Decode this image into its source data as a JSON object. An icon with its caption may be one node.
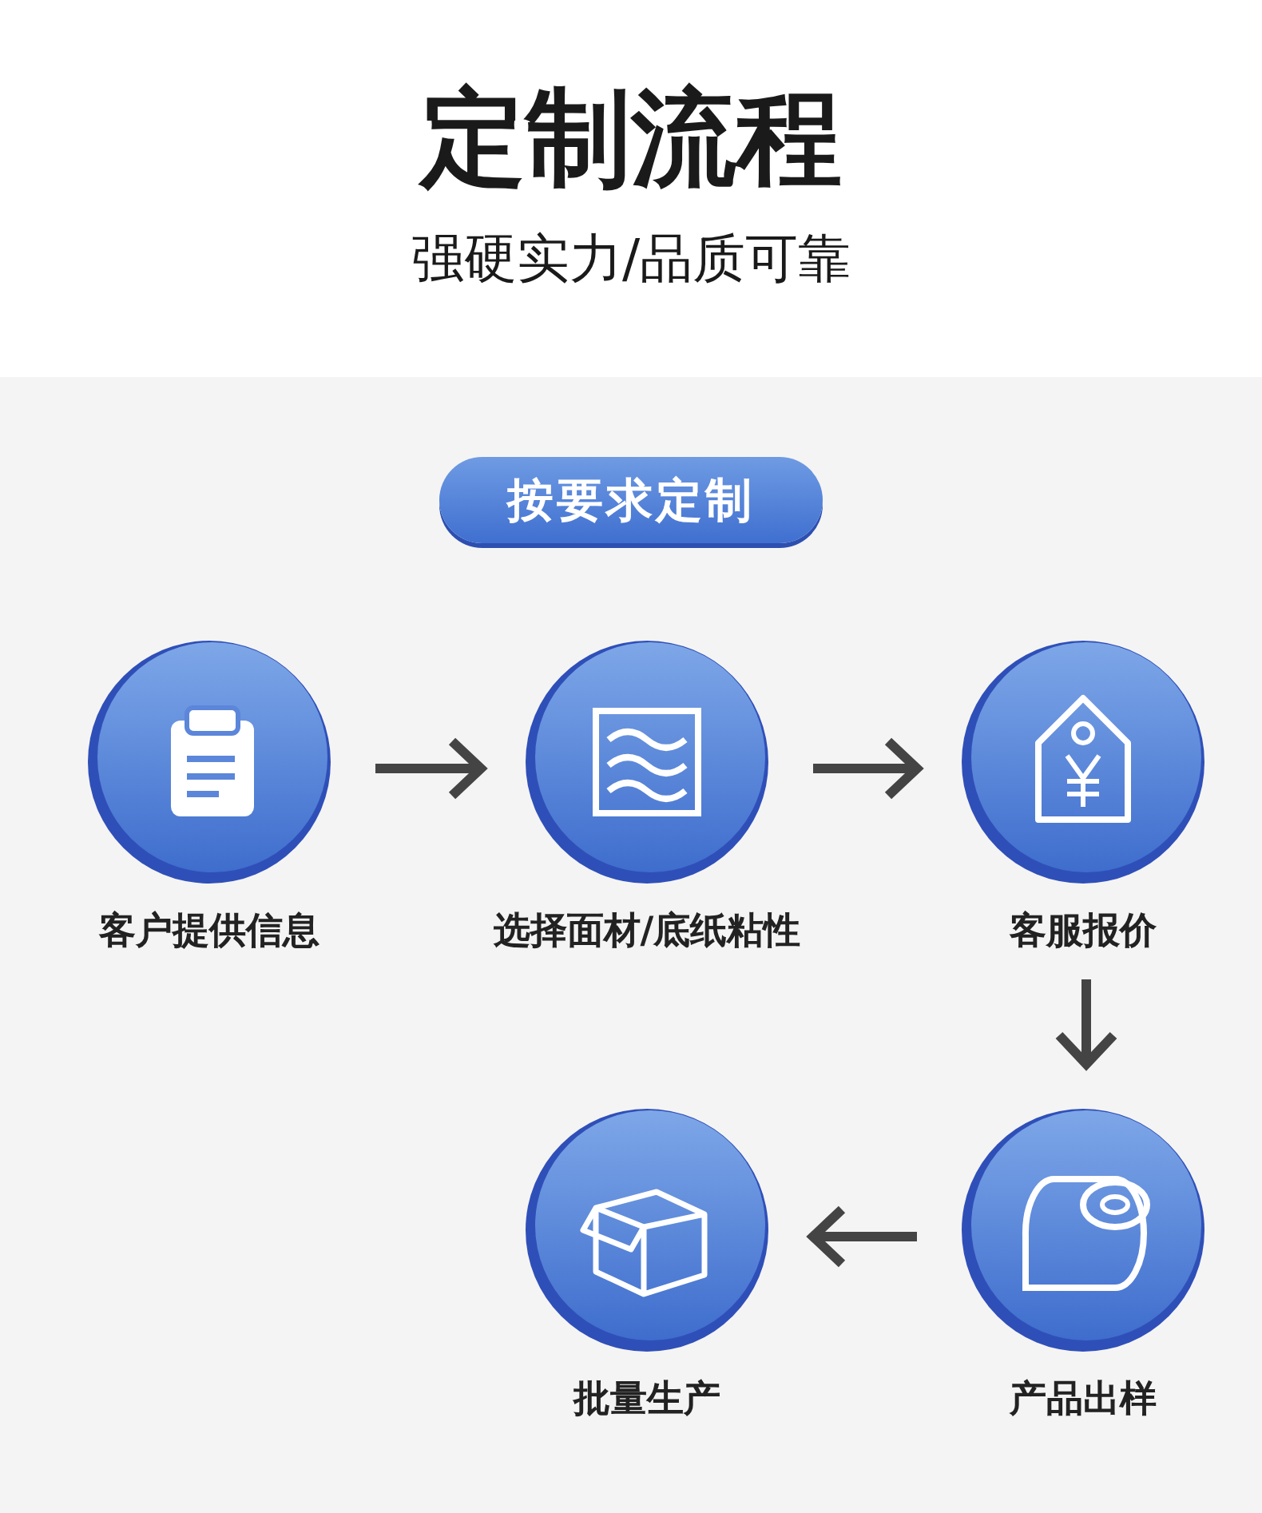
{
  "diagram": {
    "title": "定制流程",
    "caption": "强硬实力/品质可靠",
    "nodes": [
      {
        "text": [
          "按要求定制"
        ]
      },
      {
        "text": [
          "客户提供信息"
        ]
      },
      {
        "text": [
          "选择面材/底纸粘性"
        ]
      },
      {
        "text": [
          "客服报价"
        ]
      },
      {
        "text": [
          "批量生产"
        ]
      },
      {
        "text": [
          "产品出样"
        ]
      }
    ],
    "edges": [
      {
        "from": 1,
        "to": 2,
        "arrow": "to"
      },
      {
        "from": 2,
        "to": 3,
        "arrow": "to"
      },
      {
        "from": 3,
        "to": 5,
        "arrow": "to"
      },
      {
        "from": 5,
        "to": 4,
        "arrow": "to"
      }
    ]
  }
}
